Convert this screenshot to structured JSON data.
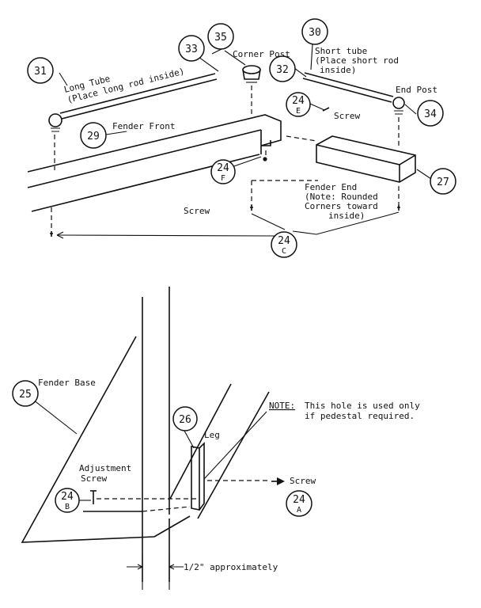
{
  "top": {
    "labels": {
      "long_tube_1": "Long Tube",
      "long_tube_2": "(Place long rod inside)",
      "corner_post": "Corner Post",
      "short_tube_1": "Short tube",
      "short_tube_2": "(Place short rod",
      "short_tube_3": "inside)",
      "end_post": "End Post",
      "screw_e": "Screw",
      "fender_front": "Fender Front",
      "fender_end_1": "Fender End",
      "fender_end_2": "(Note: Rounded",
      "fender_end_3": "Corners toward",
      "fender_end_4": "inside)",
      "screw_c": "Screw"
    },
    "callouts": {
      "c31": "31",
      "c33": "33",
      "c35": "35",
      "c30": "30",
      "c32": "32",
      "c34": "34",
      "c29": "29",
      "c27": "27",
      "c24e_num": "24",
      "c24e_sub": "E",
      "c24f_num": "24",
      "c24f_sub": "F",
      "c24c_num": "24",
      "c24c_sub": "C"
    }
  },
  "bottom": {
    "labels": {
      "fender_base": "Fender Base",
      "adjustment_1": "Adjustment",
      "adjustment_2": "Screw",
      "leg": "Leg",
      "note_head": "NOTE:",
      "note_1": "This hole is used only",
      "note_2": "if pedestal required.",
      "screw_a": "Screw",
      "dimension": "1/2\" approximately"
    },
    "callouts": {
      "c25": "25",
      "c26": "26",
      "c24b_num": "24",
      "c24b_sub": "B",
      "c24a_num": "24",
      "c24a_sub": "A"
    }
  }
}
